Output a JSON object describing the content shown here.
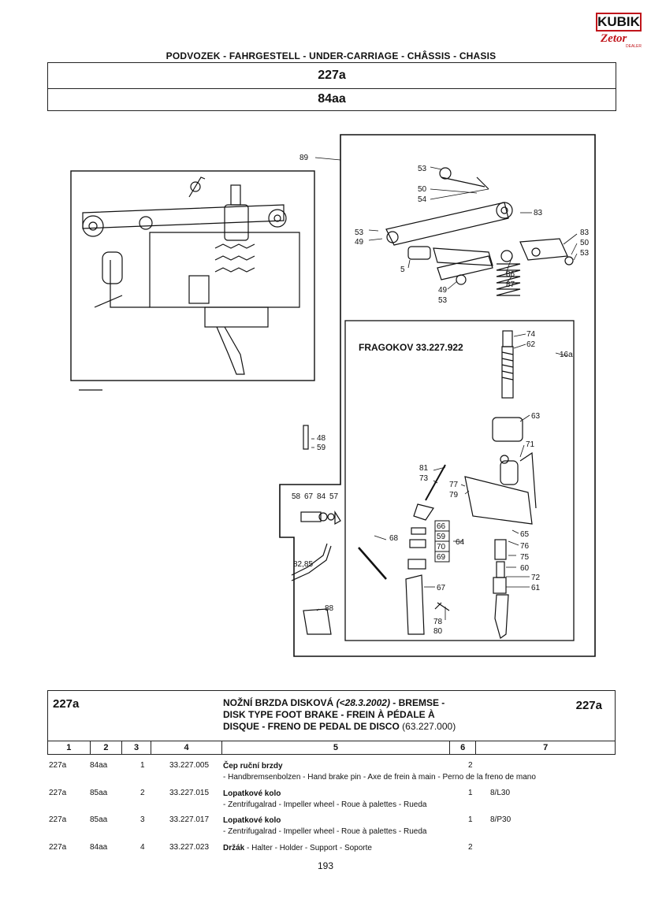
{
  "logo": {
    "brand": "KUBIK",
    "sub": "Zetor",
    "tag": "DEALER"
  },
  "header": {
    "title": "PODVOZEK - FAHRGESTELL - UNDER-CARRIAGE - CHÂSSIS - CHASIS",
    "figure": "227a",
    "group": "84aa"
  },
  "diagram": {
    "callouts": {
      "c89": "89",
      "c53a": "53",
      "c50a": "50",
      "c54": "54",
      "c83a": "83",
      "c53b": "53",
      "c49a": "49",
      "c5": "5",
      "c49b": "49",
      "c53c": "53",
      "c83b": "83",
      "c50b": "50",
      "c53d": "53",
      "c86": "86",
      "c87": "87",
      "c74": "74",
      "c62": "62",
      "c16a": "16a",
      "c63": "63",
      "c71": "71",
      "c48": "48",
      "c59a": "59",
      "c81": "81",
      "c73": "73",
      "c77": "77",
      "c79": "79",
      "c58": "58",
      "c67a": "67",
      "c84": "84",
      "c57": "57",
      "c66": "66",
      "c59b": "59",
      "c70": "70",
      "c69": "69",
      "c64": "64",
      "c68": "68",
      "c65": "65",
      "c76": "76",
      "c75": "75",
      "c60": "60",
      "c72": "72",
      "c61": "61",
      "c8285": "82,85",
      "c67b": "67",
      "c88": "88",
      "c78": "78",
      "c80": "80"
    },
    "fragokov": "FRAGOKOV 33.227.922"
  },
  "table": {
    "ref_left": "227a",
    "ref_right": "227a",
    "desc_bold1": "NOŽNÍ BRZDA DISKOVÁ ",
    "desc_italic": "(<28.3.2002)",
    "desc_bold2": " - BREMSE - DISK TYPE FOOT BRAKE - FREIN À PÉDALE À DISQUE - FRENO DE PEDAL DE DISCO",
    "desc_code": " (63.227.000)",
    "columns": [
      "1",
      "2",
      "3",
      "4",
      "5",
      "6",
      "7"
    ],
    "rows": [
      {
        "fig": "227a",
        "grp": "84aa",
        "pos": "1",
        "part": "33.227.005",
        "name": "Čep ruční brzdy",
        "desc": " - Handbremsenbolzen - Hand brake pin - Axe de frein à main - Perno de la freno de mano",
        "qty": "2",
        "note": ""
      },
      {
        "fig": "227a",
        "grp": "85aa",
        "pos": "2",
        "part": "33.227.015",
        "name": "Lopatkové kolo",
        "desc": " - Zentrifugalrad - Impeller wheel - Roue à palettes - Rueda",
        "qty": "1",
        "note": "8/L30"
      },
      {
        "fig": "227a",
        "grp": "85aa",
        "pos": "3",
        "part": "33.227.017",
        "name": "Lopatkové kolo",
        "desc": " - Zentrifugalrad - Impeller wheel - Roue à palettes - Rueda",
        "qty": "1",
        "note": "8/P30"
      },
      {
        "fig": "227a",
        "grp": "84aa",
        "pos": "4",
        "part": "33.227.023",
        "name": "Držák",
        "desc": " - Halter - Holder - Support - Soporte",
        "qty": "2",
        "note": ""
      }
    ]
  },
  "page_number": "193"
}
